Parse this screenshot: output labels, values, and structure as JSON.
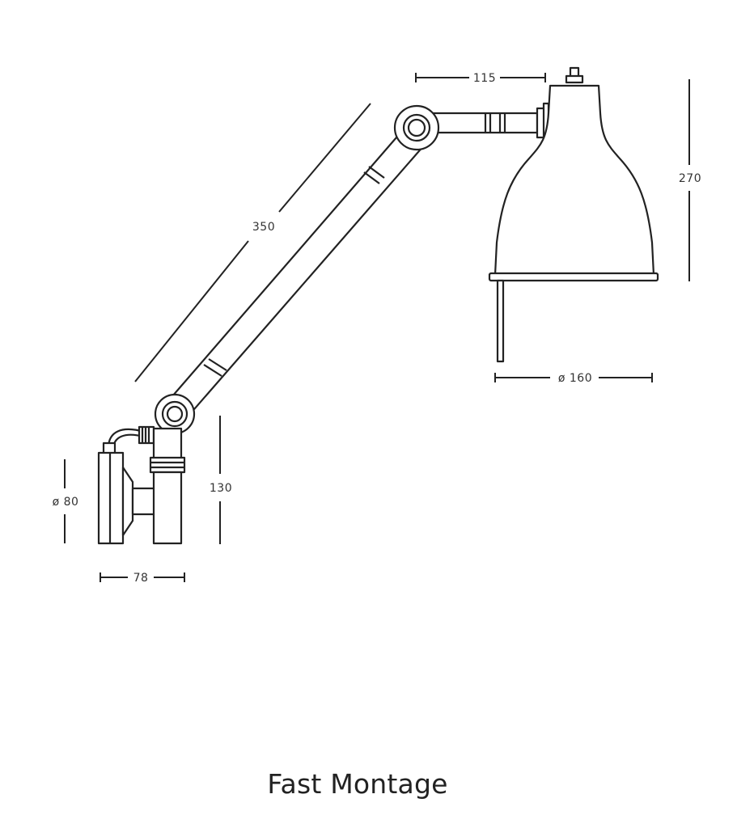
{
  "caption": "Fast Montage",
  "dimensions": {
    "shade_offset": "115",
    "shade_height": "270",
    "arm_length": "350",
    "shade_diameter": "ø 160",
    "base_height": "130",
    "base_diameter": "ø 80",
    "base_depth": "78"
  }
}
